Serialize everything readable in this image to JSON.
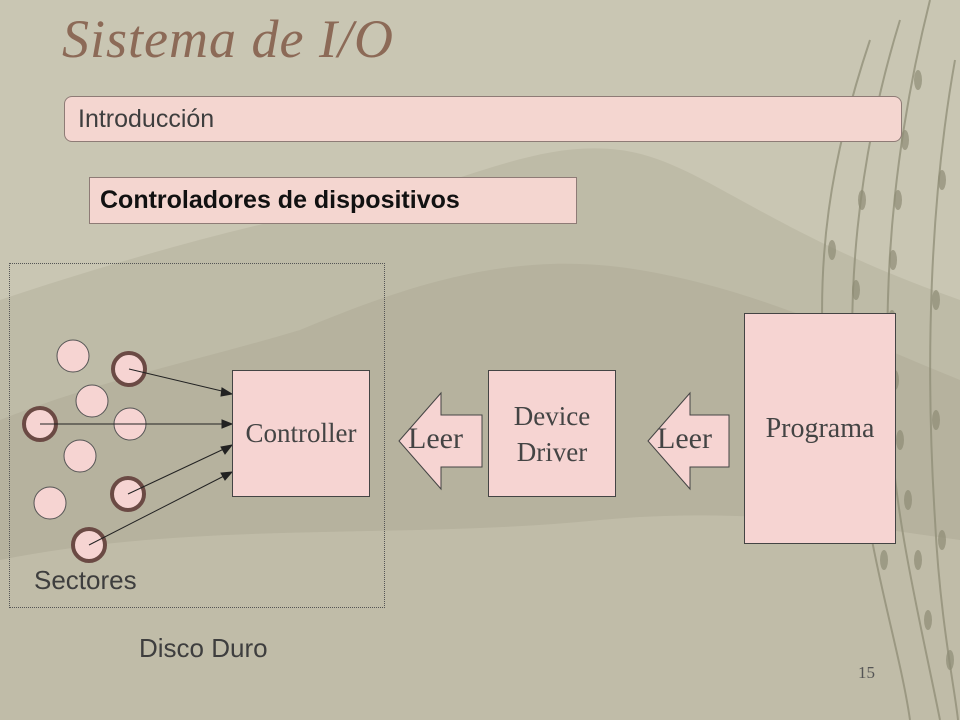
{
  "slide": {
    "title": "Sistema de I/O",
    "subtitle": "Introducción",
    "section": "Controladores de dispositivos",
    "page_number": "15"
  },
  "diagram": {
    "controller_label": "Controller",
    "driver_label": [
      "Device",
      "Driver"
    ],
    "programa_label": "Programa",
    "read_arrow_1": "Leer",
    "read_arrow_2": "Leer",
    "sectors_label": "Sectores",
    "disk_label": "Disco Duro"
  },
  "colors": {
    "background": "#c9c6b3",
    "box_fill": "#f6d4d2",
    "title": "#8c6a57",
    "highlighted_sector_border": "#6b4a44"
  }
}
